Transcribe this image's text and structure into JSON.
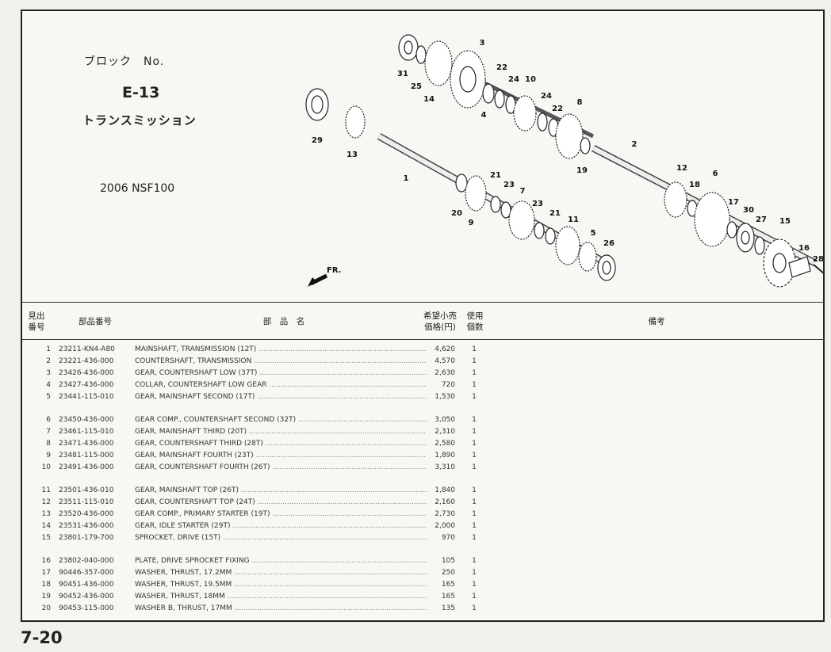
{
  "block": {
    "label": "ブロック　No.",
    "number": "E-13",
    "title": "トランスミッション",
    "model": "2006 NSF100"
  },
  "diagram": {
    "fr_label": "FR.",
    "callouts": [
      "31",
      "25",
      "14",
      "3",
      "4",
      "22",
      "24",
      "10",
      "24",
      "22",
      "8",
      "29",
      "13",
      "1",
      "19",
      "2",
      "12",
      "18",
      "6",
      "20",
      "9",
      "21",
      "23",
      "7",
      "23",
      "21",
      "11",
      "5",
      "26",
      "17",
      "30",
      "27",
      "15",
      "16",
      "28"
    ]
  },
  "table": {
    "headers": {
      "ref_no": [
        "見出",
        "番号"
      ],
      "part_no": "部品番号",
      "desc": "部　品　名",
      "price": [
        "希望小売",
        "価格(円)"
      ],
      "qty": [
        "使用",
        "個数"
      ],
      "remarks": "備考"
    },
    "groups": [
      [
        {
          "no": "1",
          "pn": "23211-KN4-A80",
          "desc": "MAINSHAFT, TRANSMISSION (12T)",
          "price": "4,620",
          "qty": "1"
        },
        {
          "no": "2",
          "pn": "23221-436-000",
          "desc": "COUNTERSHAFT, TRANSMISSION",
          "price": "4,570",
          "qty": "1"
        },
        {
          "no": "3",
          "pn": "23426-436-000",
          "desc": "GEAR, COUNTERSHAFT LOW (37T)",
          "price": "2,630",
          "qty": "1"
        },
        {
          "no": "4",
          "pn": "23427-436-000",
          "desc": "COLLAR, COUNTERSHAFT LOW GEAR",
          "price": "720",
          "qty": "1"
        },
        {
          "no": "5",
          "pn": "23441-115-010",
          "desc": "GEAR, MAINSHAFT SECOND (17T)",
          "price": "1,530",
          "qty": "1"
        }
      ],
      [
        {
          "no": "6",
          "pn": "23450-436-000",
          "desc": "GEAR COMP., COUNTERSHAFT SECOND (32T)",
          "price": "3,050",
          "qty": "1"
        },
        {
          "no": "7",
          "pn": "23461-115-010",
          "desc": "GEAR, MAINSHAFT THIRD (20T)",
          "price": "2,310",
          "qty": "1"
        },
        {
          "no": "8",
          "pn": "23471-436-000",
          "desc": "GEAR, COUNTERSHAFT THIRD (28T)",
          "price": "2,580",
          "qty": "1"
        },
        {
          "no": "9",
          "pn": "23481-115-000",
          "desc": "GEAR, MAINSHAFT FOURTH (23T)",
          "price": "1,890",
          "qty": "1"
        },
        {
          "no": "10",
          "pn": "23491-436-000",
          "desc": "GEAR, COUNTERSHAFT FOURTH (26T)",
          "price": "3,310",
          "qty": "1"
        }
      ],
      [
        {
          "no": "11",
          "pn": "23501-436-010",
          "desc": "GEAR, MAINSHAFT TOP (26T)",
          "price": "1,840",
          "qty": "1"
        },
        {
          "no": "12",
          "pn": "23511-115-010",
          "desc": "GEAR, COUNTERSHAFT TOP (24T)",
          "price": "2,160",
          "qty": "1"
        },
        {
          "no": "13",
          "pn": "23520-436-000",
          "desc": "GEAR COMP., PRIMARY STARTER (19T)",
          "price": "2,730",
          "qty": "1"
        },
        {
          "no": "14",
          "pn": "23531-436-000",
          "desc": "GEAR, IDLE STARTER (29T)",
          "price": "2,000",
          "qty": "1"
        },
        {
          "no": "15",
          "pn": "23801-179-700",
          "desc": "SPROCKET, DRIVE (15T)",
          "price": "970",
          "qty": "1"
        }
      ],
      [
        {
          "no": "16",
          "pn": "23802-040-000",
          "desc": "PLATE, DRIVE SPROCKET FIXING",
          "price": "105",
          "qty": "1"
        },
        {
          "no": "17",
          "pn": "90446-357-000",
          "desc": "WASHER, THRUST, 17.2MM",
          "price": "250",
          "qty": "1"
        },
        {
          "no": "18",
          "pn": "90451-436-000",
          "desc": "WASHER, THRUST, 19.5MM",
          "price": "165",
          "qty": "1"
        },
        {
          "no": "19",
          "pn": "90452-436-000",
          "desc": "WASHER, THRUST, 18MM",
          "price": "165",
          "qty": "1"
        },
        {
          "no": "20",
          "pn": "90453-115-000",
          "desc": "WASHER B, THRUST, 17MM",
          "price": "135",
          "qty": "1"
        }
      ]
    ]
  },
  "page_number": "7-20"
}
